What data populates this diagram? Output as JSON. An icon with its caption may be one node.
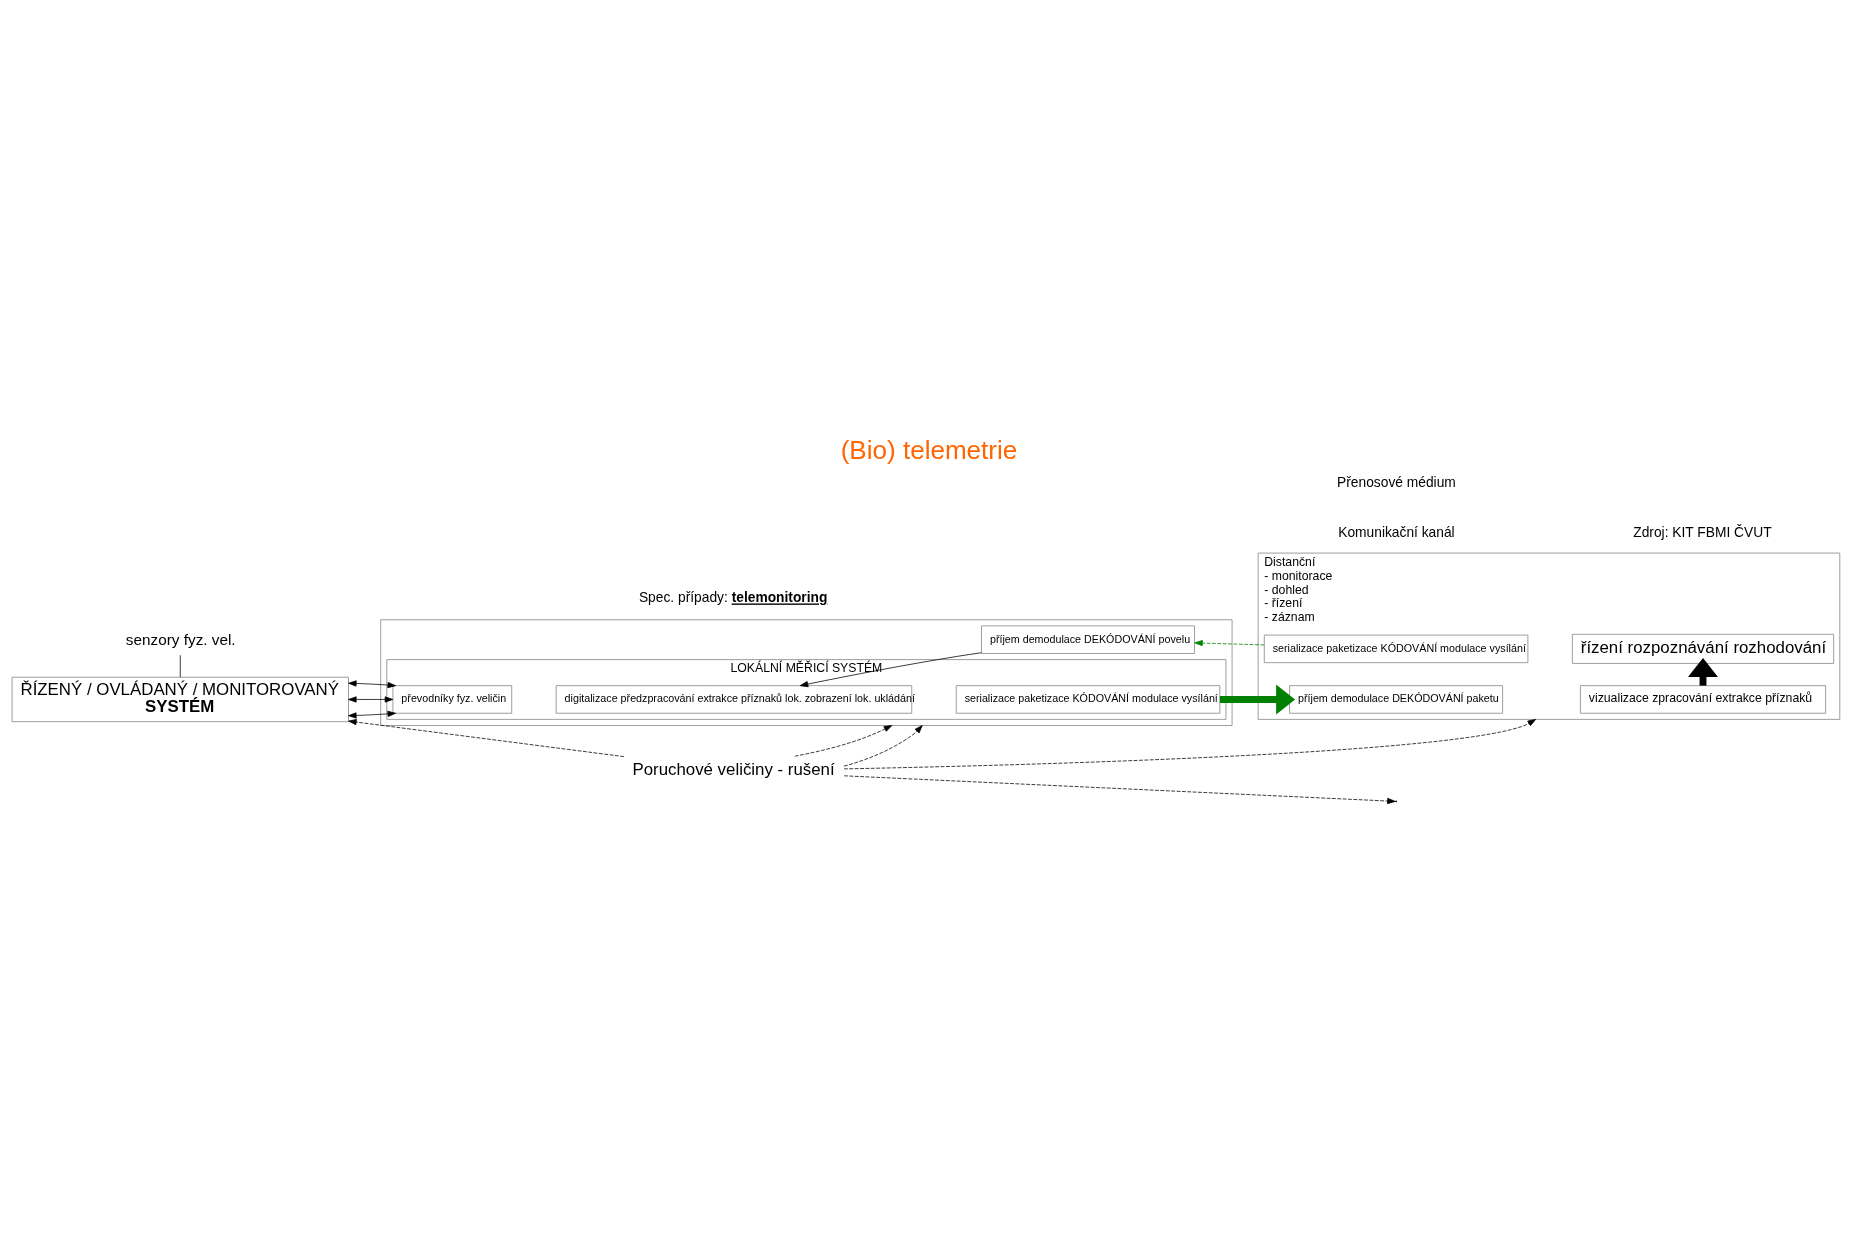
{
  "diagram": {
    "title": "(Bio) telemetrie",
    "nodes": [
      {
        "text": [
          "ŘÍZENÝ / OVLÁDANÝ / MONITOROVANÝ",
          "SYSTÉM"
        ]
      },
      {
        "text": [],
        "shape": "box"
      },
      {
        "text": [
          "LOKÁLNÍ MĚŘICÍ SYSTÉM"
        ],
        "in": 1
      },
      {
        "text": [
          "převodníky fyz. veličin"
        ],
        "in": 2
      },
      {
        "text": [
          "digitalizace předzpracování extrakce příznaků lok. zobrazení lok. ukládání"
        ],
        "in": 2
      },
      {
        "text": [
          "serializace paketizace KÓDOVÁNÍ modulace vysílání"
        ],
        "in": 2
      },
      {
        "text": [
          "příjem demodulace DEKÓDOVÁNÍ povelu"
        ],
        "in": 1
      },
      {
        "text": [
          "Distanční",
          "- monitorace",
          "- dohled",
          "- řízení",
          "- záznam"
        ]
      },
      {
        "text": [
          "příjem demodulace DEKÓDOVÁNÍ paketu"
        ],
        "in": 7
      },
      {
        "text": [
          "vizualizace zpracování extrakce příznaků"
        ],
        "in": 7
      },
      {
        "text": [
          "serializace paketizace KÓDOVÁNÍ modulace vysílání"
        ],
        "in": 7
      },
      {
        "text": [
          "řízení rozpoznávání rozhodování"
        ],
        "in": 7
      },
      {
        "text": [
          "senzory fyz. vel."
        ]
      },
      {
        "text": [
          "Poruchové veličiny - rušení"
        ]
      }
    ],
    "edges": [
      {
        "from": 12,
        "to": 0,
        "arrow": "none"
      },
      {
        "from": 0,
        "to": 3,
        "arrow": "both"
      },
      {
        "from": 0,
        "to": 3,
        "arrow": "both"
      },
      {
        "from": 0,
        "to": 3,
        "arrow": "both"
      },
      {
        "from": 5,
        "to": 8,
        "arrow": "to",
        "style": "thick",
        "color": "#008000"
      },
      {
        "from": 9,
        "to": 11,
        "arrow": "to",
        "style": "thick"
      },
      {
        "from": 10,
        "to": 6,
        "arrow": "to",
        "style": "dashed",
        "color": "#008000"
      },
      {
        "from": 6,
        "to": 4,
        "arrow": "to"
      },
      {
        "from": 13,
        "to": 0,
        "arrow": "to",
        "style": "dashed"
      },
      {
        "from": 13,
        "to": 1,
        "arrow": "to",
        "style": "dashed"
      },
      {
        "from": 13,
        "to": 1,
        "arrow": "to",
        "style": "dashed"
      },
      {
        "from": 13,
        "to": null,
        "arrow": "to",
        "style": "dashed"
      },
      {
        "from": 13,
        "to": 7,
        "arrow": "to",
        "style": "dashed"
      }
    ],
    "labels": [
      "Spec. případy: **telemonitoring**",
      "Přenosové médium",
      "Komunikační kanál",
      "Zdroj: KIT FBMI ČVUT"
    ]
  }
}
